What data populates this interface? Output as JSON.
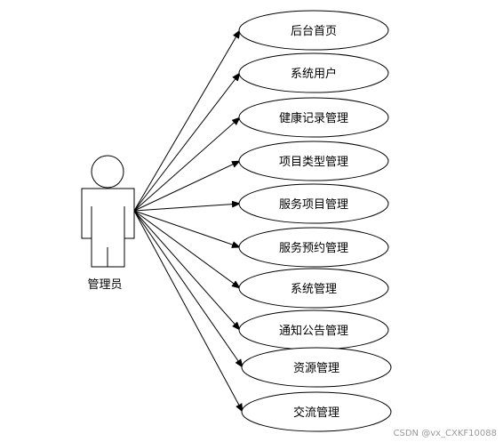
{
  "actor": {
    "label": "管理员"
  },
  "use_cases": [
    {
      "label": "后台首页"
    },
    {
      "label": "系统用户"
    },
    {
      "label": "健康记录管理"
    },
    {
      "label": "项目类型管理"
    },
    {
      "label": "服务项目管理"
    },
    {
      "label": "服务预约管理"
    },
    {
      "label": "系统管理"
    },
    {
      "label": "通知公告管理"
    },
    {
      "label": "资源管理"
    },
    {
      "label": "交流管理"
    }
  ],
  "watermark": "CSDN @vx_CXKF10088"
}
